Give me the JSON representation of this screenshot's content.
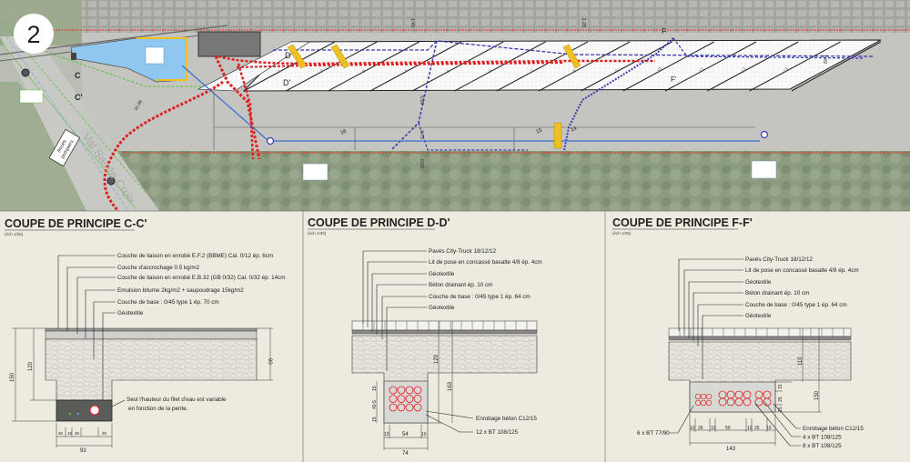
{
  "plan": {
    "sheet_number": "2",
    "access_label": [
      "Accès",
      "pompiers"
    ],
    "street_name": "Val Sainte Croix",
    "section_markers": {
      "c": "C",
      "c_prime": "C'",
      "d": "D",
      "d_prime": "D'",
      "f": "F",
      "f_prime": "F'"
    },
    "stall_numbers": [
      "1",
      "2",
      "3",
      "4",
      "5",
      "6",
      "7",
      "8",
      "9",
      "10",
      "11",
      "12",
      "13"
    ],
    "bay_numbers": [
      "16",
      "15",
      "14"
    ],
    "dimensions": [
      "31.56",
      "1.49",
      "1.28",
      "5.99",
      "3.73",
      "0.59",
      "1.49"
    ],
    "colors": {
      "property_line": "#e0302a",
      "drain_red": "#e02020",
      "drain_blue": "#3a3ab0",
      "water_line": "#3a6fd0",
      "basin": "#8ec8f0",
      "green_line": "#5cc040",
      "gutter": "#f0c020"
    }
  },
  "sections": [
    {
      "title": "COUPE DE PRINCIPE C-C'",
      "scale": "(éch 1/25)",
      "layers": [
        "Couche de liaison en enrobé E.F.2 (BBME) Cal. 0/12 ép. 6cm",
        "Couche d'accrochage 0.5 kg/m2",
        "Couche de liaison en enrobé E.B.32 (GB 0/32) Cal. 0/32 ép. 14cm",
        "Emulsion bitume 2kg/m2 + saupoudrage 15kg/m2",
        "Couche de base : 0/45 type 1 ép. 70 cm",
        "Géotextile"
      ],
      "note": [
        "Seul l'hauteur du filet d'eau est variable",
        "en fonction de la pente."
      ],
      "dims_vertical": [
        "150",
        "120",
        "90"
      ],
      "dims_horizontal": [
        "30",
        "15",
        "30",
        "30"
      ],
      "total_width": "93"
    },
    {
      "title": "COUPE DE PRINCIPE D-D'",
      "scale": "(éch 1/25)",
      "layers": [
        "Pavés City-Truck 18/12/12",
        "Lit de pose en concassé basalte 4/8 ép. 4cm",
        "Géotextile",
        "Béton drainant  ép. 10 cm",
        "Couche de base : 0/45 type 1 ép. 64 cm",
        "Géotextile"
      ],
      "callouts": [
        "Enrobage béton C12/15",
        "12 x BT 108/125"
      ],
      "dims_vertical": [
        "120",
        "163",
        "15",
        "40.5",
        "15"
      ],
      "dims_horizontal": [
        "10",
        "54",
        "10"
      ],
      "total_width": "74"
    },
    {
      "title": "COUPE DE PRINCIPE F-F'",
      "scale": "(éch 1/25)",
      "layers": [
        "Pavés City-Truck 18/12/12",
        "Lit de pose en concassé basalte 4/8 ép. 4cm",
        "Géotextile",
        "Béton drainant  ép. 10 cm",
        "Couche de base : 0/45 type 1 ép. 64 cm",
        "Géotextile"
      ],
      "callouts": [
        "Enrobage béton C12/15",
        "4 x BT 108/125",
        "8 x BT 108/125",
        "6 x BT 77/90"
      ],
      "dims_vertical": [
        "110",
        "150",
        "15",
        "25",
        "15"
      ],
      "dims_horizontal": [
        "10",
        "26",
        "10",
        "50",
        "10",
        "25",
        "10"
      ],
      "total_width": "143"
    }
  ]
}
